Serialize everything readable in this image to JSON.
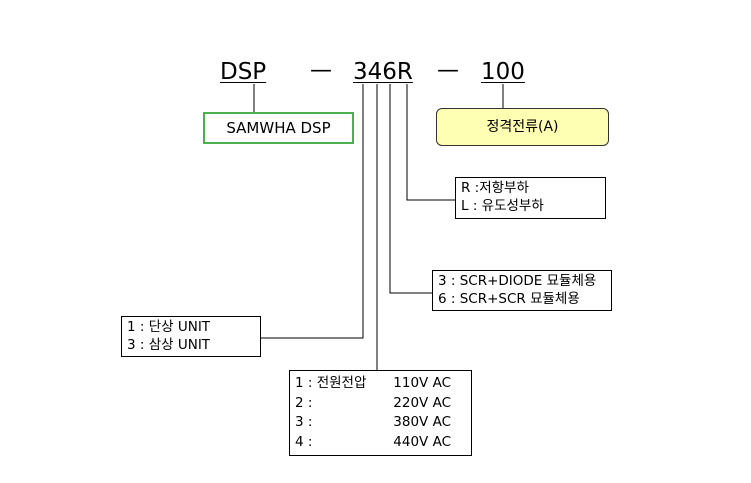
{
  "code": {
    "prefix": "DSP",
    "separator_1": "—",
    "model": "346R",
    "separator_2": "—",
    "rating": "100"
  },
  "brand_box": {
    "label": "SAMWHA DSP"
  },
  "rating_box": {
    "label": "정격전류(A)"
  },
  "load_type_box": {
    "lines": [
      "R :저항부하",
      "L : 유도성부하"
    ]
  },
  "module_box": {
    "lines": [
      "3 : SCR+DIODE 묘듈체용",
      "6 : SCR+SCR 묘듈체용"
    ]
  },
  "phase_box": {
    "lines": [
      "1 : 단상 UNIT",
      "3 : 삼상 UNIT"
    ]
  },
  "voltage_box": {
    "rows": [
      {
        "label": "1 : 전원전압",
        "value": "110V AC"
      },
      {
        "label": "2 :",
        "value": "220V AC"
      },
      {
        "label": "3 :",
        "value": "380V AC"
      },
      {
        "label": "4 :",
        "value": "440V AC"
      }
    ]
  },
  "colors": {
    "brand_border": "#4caf50",
    "rating_fill": "#ffffb3",
    "line": "#000000"
  }
}
